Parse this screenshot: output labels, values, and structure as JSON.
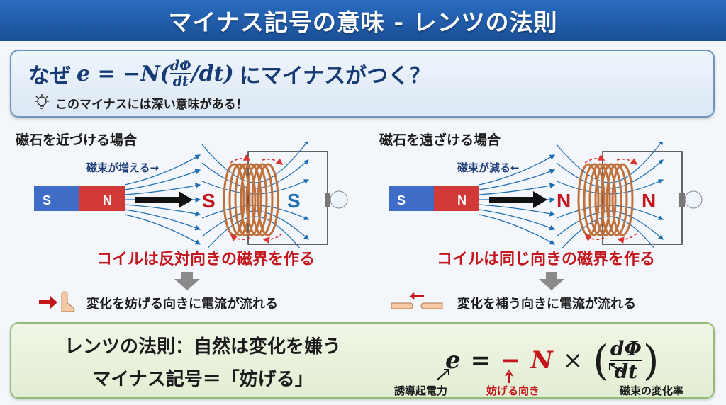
{
  "title": "マイナス記号の意味 - レンツの法則",
  "question": {
    "prefix": "なぜ",
    "eq_lhs": "e = −N(",
    "num": "dΦ",
    "den": "dt",
    "eq_tail": "/dt)",
    "suffix": "にマイナスがつく？",
    "hint": "このマイナスには深い意味がある！"
  },
  "left": {
    "heading": "磁石を近づける場合",
    "flux_label": "磁束が増える→",
    "magnet_s": "S",
    "magnet_n": "N",
    "coil_left_pole": "S",
    "coil_right_pole": "S",
    "result": "コイルは反対向きの磁界を作る",
    "explain": "変化を妨げる向きに電流が流れる"
  },
  "right": {
    "heading": "磁石を遠ざける場合",
    "flux_label": "磁束が減る←",
    "magnet_s": "S",
    "magnet_n": "N",
    "coil_left_pole": "N",
    "coil_right_pole": "N",
    "result": "コイルは同じ向きの磁界を作る",
    "explain": "変化を補う向きに電流が流れる"
  },
  "summary": {
    "line1": "レンツの法則：自然は変化を嫌う",
    "line2": "マイナス記号＝「妨げる」",
    "f_e": "e",
    "f_eq": "=",
    "f_minus": "−",
    "f_N": "N",
    "f_times": "×",
    "f_num": "dΦ",
    "f_den": "dt",
    "label_e": "誘導起電力",
    "label_N": "妨げる向き",
    "label_rate": "磁束の変化率"
  },
  "colors": {
    "header": "#1a4f96",
    "navy": "#163a73",
    "red": "#c4161c",
    "blue_pole": "#1f6fb5",
    "coil": "#c0703a"
  }
}
